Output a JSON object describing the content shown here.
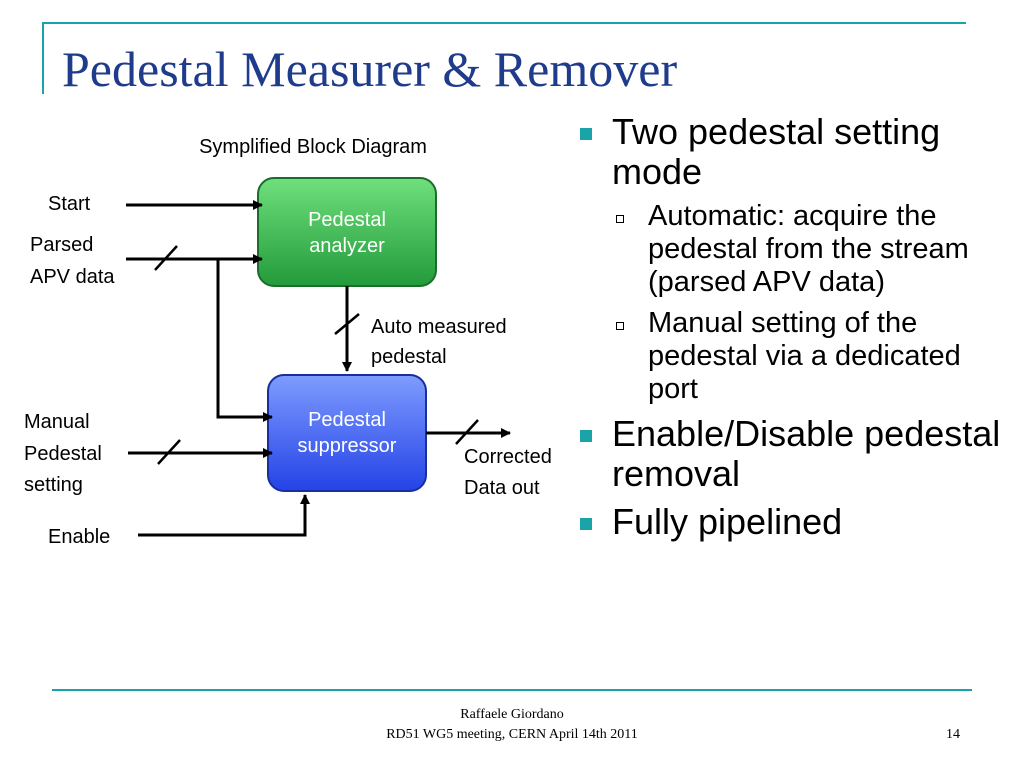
{
  "slide": {
    "title": "Pedestal Measurer & Remover",
    "accent_color": "#1aa3a8",
    "title_color": "#1f3b8c"
  },
  "diagram": {
    "caption": "Symplified Block Diagram",
    "blocks": {
      "analyzer": {
        "line1": "Pedestal",
        "line2": "analyzer",
        "color": "#2eb24b"
      },
      "suppressor": {
        "line1": "Pedestal",
        "line2": "suppressor",
        "color": "#2f5ff5"
      }
    },
    "labels": {
      "start": "Start",
      "parsed_line1": "Parsed",
      "parsed_line2": "APV data",
      "auto_line1": "Auto measured",
      "auto_line2": "pedestal",
      "manual_line1": "Manual",
      "manual_line2": "Pedestal",
      "manual_line3": "setting",
      "corrected_line1": "Corrected",
      "corrected_line2": "Data out",
      "enable": "Enable"
    }
  },
  "bullets": [
    {
      "text": "Two pedestal setting mode",
      "level": 1
    },
    {
      "text": "Automatic: acquire the pedestal from the stream (parsed APV data)",
      "level": 2
    },
    {
      "text": "Manual setting of the pedestal via a dedicated port",
      "level": 2
    },
    {
      "text": "Enable/Disable pedestal removal",
      "level": 1
    },
    {
      "text": "Fully pipelined",
      "level": 1
    }
  ],
  "footer": {
    "author": "Raffaele Giordano",
    "meeting": "RD51 WG5 meeting, CERN April 14th 2011",
    "page_number": "14"
  }
}
